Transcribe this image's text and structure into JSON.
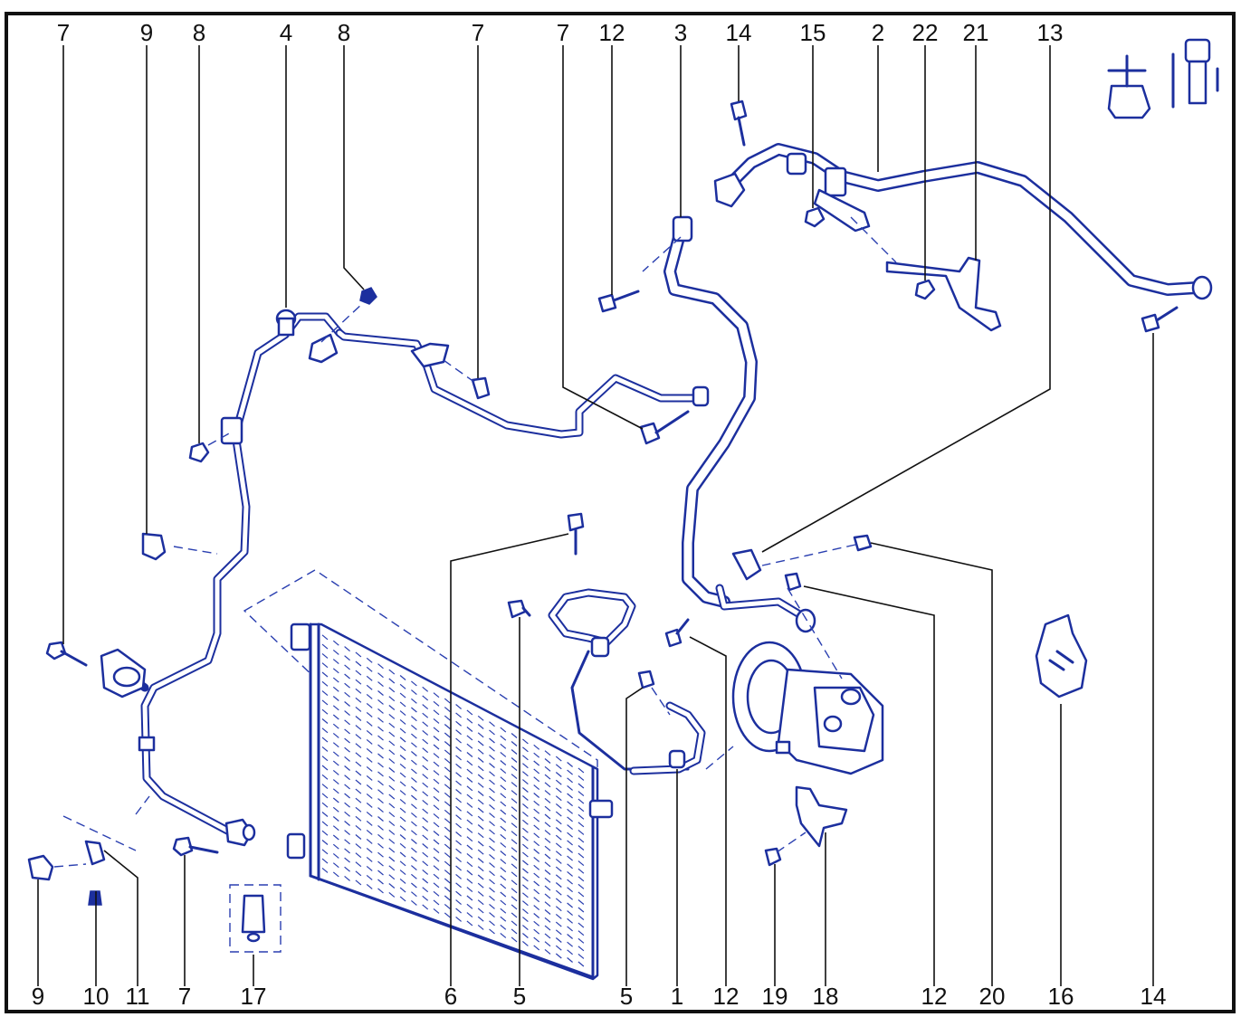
{
  "diagram": {
    "callouts_top": [
      "7",
      "9",
      "8",
      "4",
      "8",
      "7",
      "7",
      "12",
      "3",
      "14",
      "15",
      "2",
      "22",
      "21",
      "13"
    ],
    "callouts_bottom": [
      "9",
      "10",
      "11",
      "7",
      "17",
      "6",
      "5",
      "5",
      "1",
      "12",
      "19",
      "18",
      "12",
      "20",
      "16",
      "14"
    ],
    "colors": {
      "line": "#1c2f9e",
      "label": "#111111",
      "frame": "#111111"
    },
    "icons": [
      "torque-tightening-icon"
    ]
  }
}
